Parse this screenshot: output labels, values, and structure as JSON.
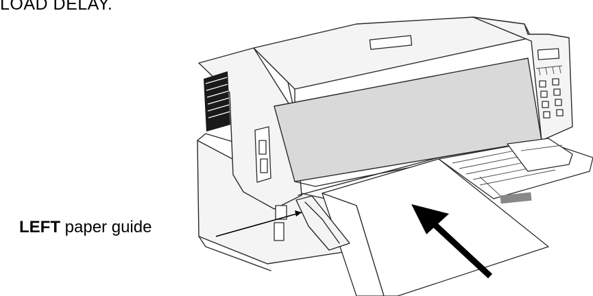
{
  "caption": {
    "top_text": "LOAD DELAY."
  },
  "callout": {
    "bold_part": "LEFT",
    "rest": " paper guide"
  },
  "colors": {
    "line": "#2a2a2a",
    "glass": "#d9d9d9",
    "arrow": "#000000"
  }
}
